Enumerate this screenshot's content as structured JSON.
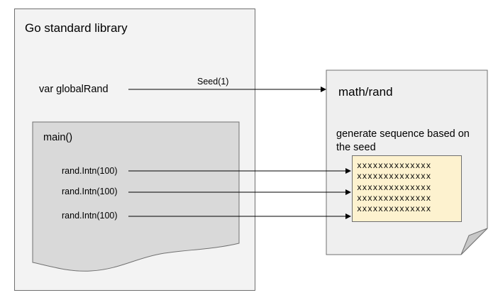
{
  "library_box": {
    "title": "Go standard library",
    "global_var": "var globalRand",
    "seed_call": "Seed(1)"
  },
  "main_block": {
    "title": "main()",
    "calls": [
      "rand.Intn(100)",
      "rand.Intn(100)",
      "rand.Intn(100)"
    ]
  },
  "rand_package": {
    "title": "math/rand",
    "description": "generate sequence based on the seed",
    "sequence_rows": [
      "xxxxxxxxxxxxxx",
      "xxxxxxxxxxxxxx",
      "xxxxxxxxxxxxxx",
      "xxxxxxxxxxxxxx",
      "xxxxxxxxxxxxxx"
    ]
  },
  "colors": {
    "library_fill": "#f3f3f3",
    "main_fill": "#d9d9d9",
    "package_fill": "#efefef",
    "sequence_fill": "#fdf2cf",
    "stroke": "#707070",
    "arrow": "#000000"
  }
}
